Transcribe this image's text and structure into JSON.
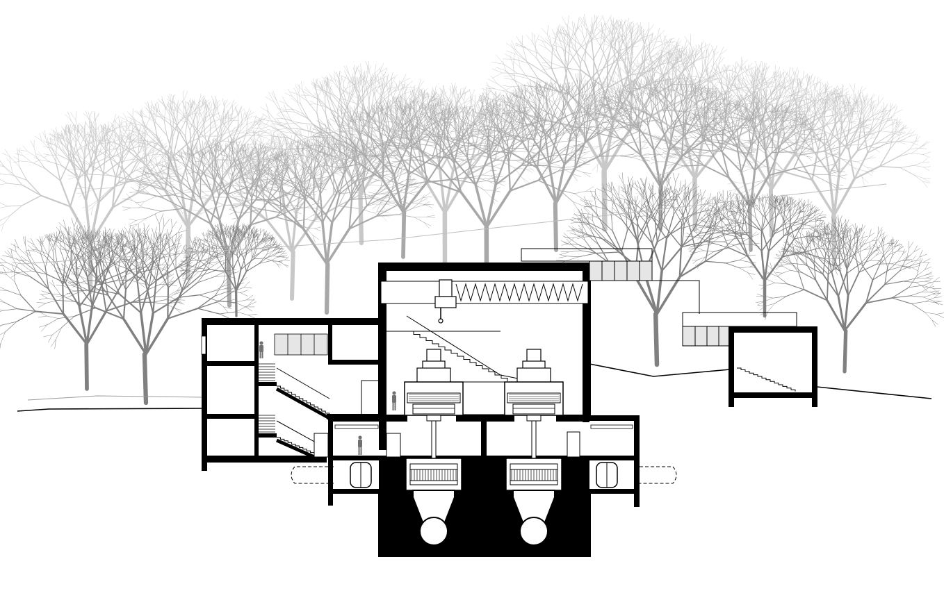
{
  "drawing": {
    "type": "architectural-section",
    "labels": [],
    "colors": {
      "ink": "#000000",
      "paper": "#ffffff",
      "tree_light": "#c8c8c8",
      "tree_mid": "#a8a8a8",
      "tree_dark": "#808080",
      "glazing": "#e6e6e6",
      "figure": "#707070"
    },
    "elements": [
      "tree-backdrop",
      "ground-line",
      "left-office-wing",
      "staircase",
      "turbine-hall",
      "overhead-crane",
      "turbine-generator-unit",
      "penstock-pipe",
      "right-pavilion",
      "human-figure"
    ]
  }
}
